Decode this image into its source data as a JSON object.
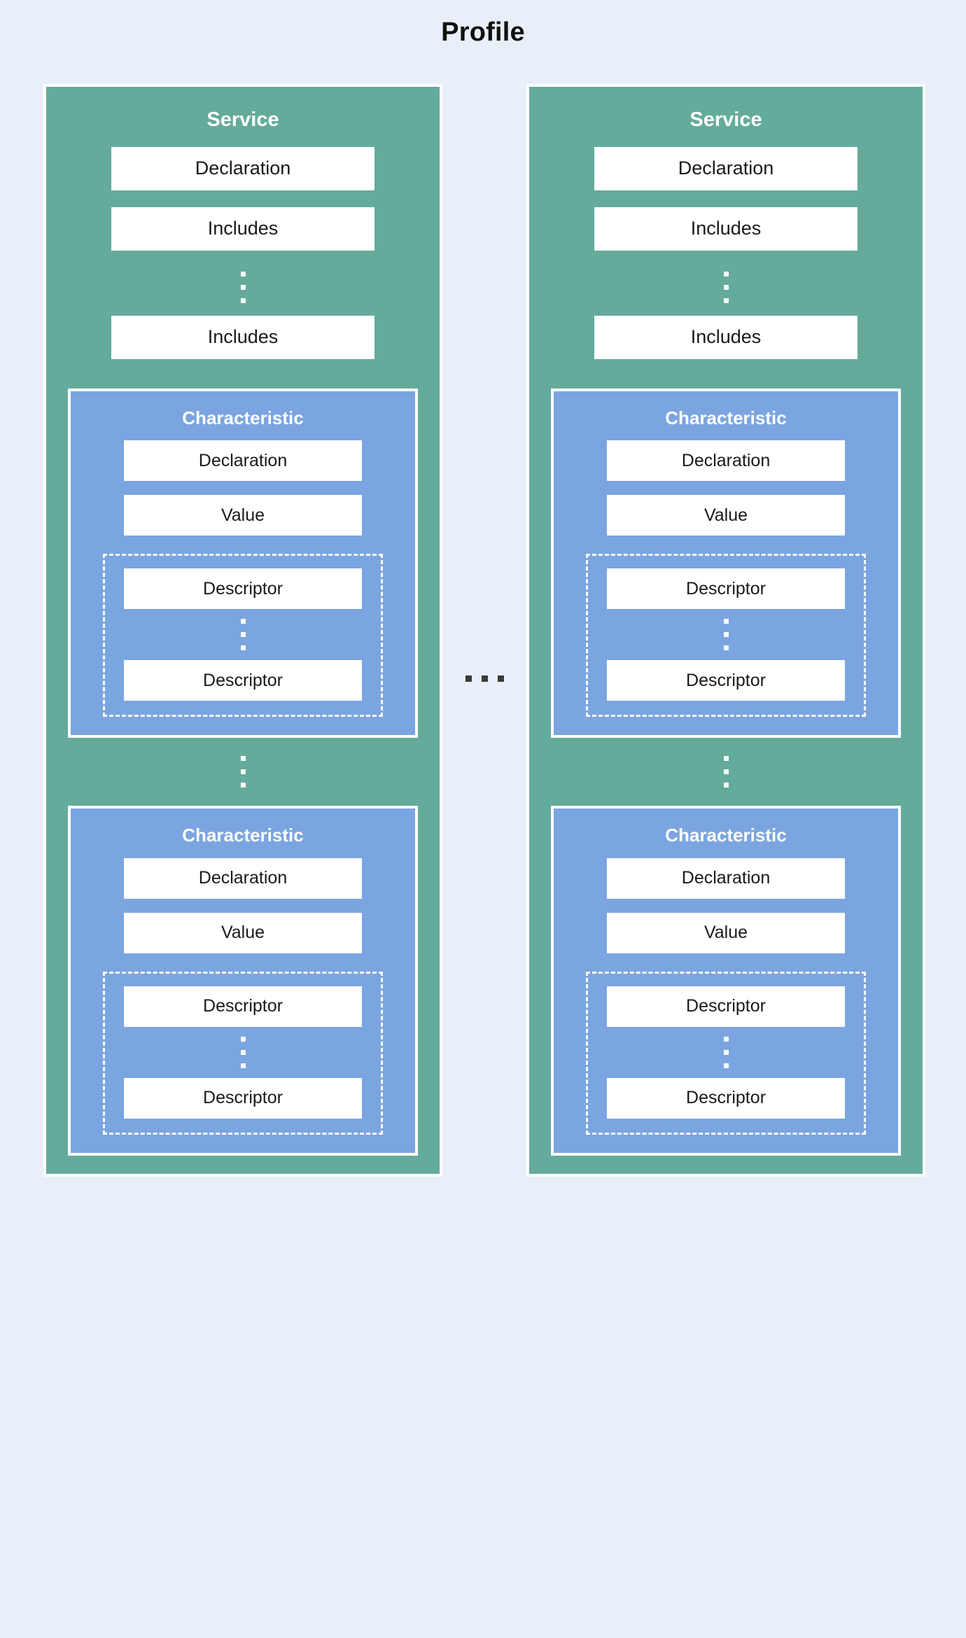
{
  "diagram": {
    "title": "Profile",
    "background_color": "#e8eff8",
    "service_color": "#64ab9b",
    "characteristic_color": "#7ba5e0",
    "box_color": "#ffffff",
    "ellipsis_symbol": "vertical-three-dots",
    "middle_ellipsis": "horizontal-three-dots"
  },
  "labels": {
    "service": "Service",
    "declaration": "Declaration",
    "includes": "Includes",
    "characteristic": "Characteristic",
    "value": "Value",
    "descriptor": "Descriptor"
  },
  "services": [
    {
      "title": "Service",
      "declaration": "Declaration",
      "includes_first": "Includes",
      "includes_last": "Includes",
      "characteristics": [
        {
          "title": "Characteristic",
          "declaration": "Declaration",
          "value": "Value",
          "descriptor_first": "Descriptor",
          "descriptor_last": "Descriptor"
        },
        {
          "title": "Characteristic",
          "declaration": "Declaration",
          "value": "Value",
          "descriptor_first": "Descriptor",
          "descriptor_last": "Descriptor"
        }
      ]
    },
    {
      "title": "Service",
      "declaration": "Declaration",
      "includes_first": "Includes",
      "includes_last": "Includes",
      "characteristics": [
        {
          "title": "Characteristic",
          "declaration": "Declaration",
          "value": "Value",
          "descriptor_first": "Descriptor",
          "descriptor_last": "Descriptor"
        },
        {
          "title": "Characteristic",
          "declaration": "Declaration",
          "value": "Value",
          "descriptor_first": "Descriptor",
          "descriptor_last": "Descriptor"
        }
      ]
    }
  ]
}
